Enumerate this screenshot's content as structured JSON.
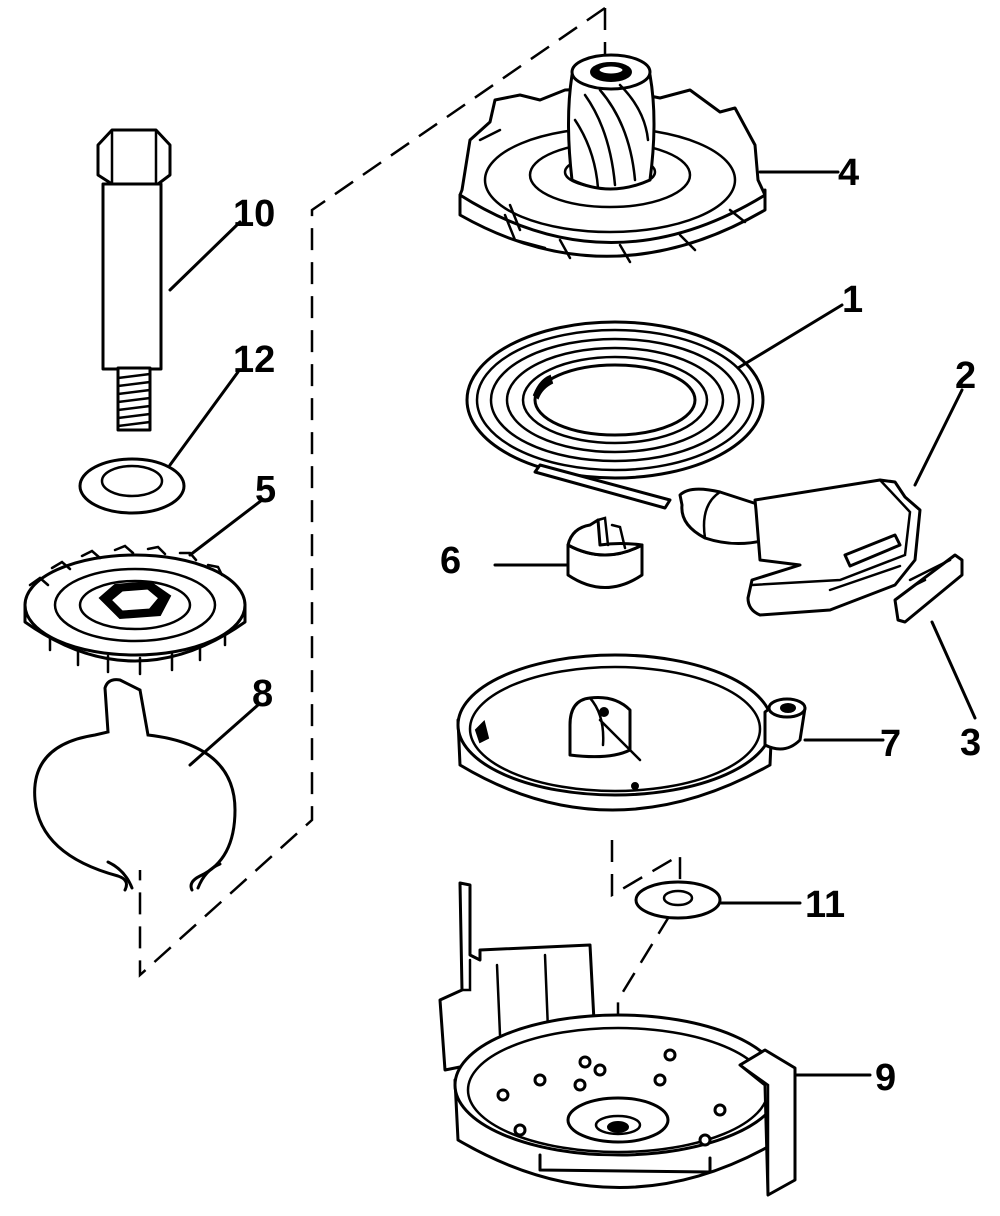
{
  "callouts": {
    "part_1": "1",
    "part_2": "2",
    "part_3": "3",
    "part_4": "4",
    "part_5": "5",
    "part_6": "6",
    "part_7": "7",
    "part_8": "8",
    "part_9": "9",
    "part_10": "10",
    "part_11": "11",
    "part_12": "12"
  }
}
